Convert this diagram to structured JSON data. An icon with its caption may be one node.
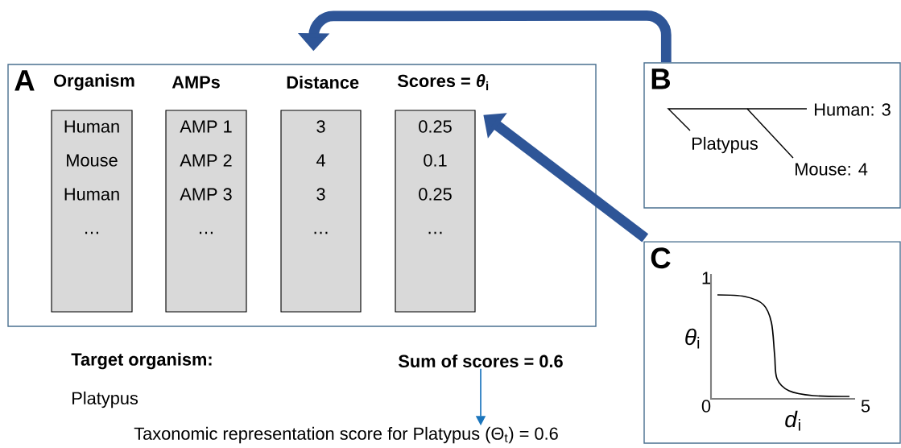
{
  "diagram": {
    "nodes": [
      {
        "text": [
          "A"
        ]
      },
      {
        "text": [
          "Organism",
          "Human",
          "Mouse",
          "Human",
          "…"
        ],
        "in": 0
      },
      {
        "text": [
          "AMPs",
          "AMP 1",
          "AMP 2",
          "AMP 3",
          "…"
        ],
        "in": 0
      },
      {
        "text": [
          "Distance",
          "3",
          "4",
          "3",
          "…"
        ],
        "in": 0
      },
      {
        "text": [
          "**Scores =** *θ*$_{i}$",
          "0.25",
          "0.1",
          "0.25",
          "…"
        ],
        "in": 0
      },
      {
        "text": [
          "B",
          "Human: 3",
          "Platypus",
          "Mouse: 4"
        ]
      },
      {
        "text": [
          "C",
          "1",
          "*θ*$_{i}$",
          "0",
          "*d*$_{i}$",
          "5"
        ]
      },
      {
        "text": [
          "Sum of scores = 0.6"
        ]
      },
      {
        "text": [
          "Taxonomic representation score for Platypus (Θ$_{t}$) = 0.6"
        ]
      }
    ],
    "edges": [
      {
        "from": 5,
        "to": 0,
        "arrow": "to"
      },
      {
        "from": 6,
        "to": 4,
        "arrow": "to"
      },
      {
        "from": 7,
        "to": 8,
        "arrow": "to",
        "color": "#1b75bc"
      }
    ],
    "labels": [
      "Target organism:",
      "Platypus"
    ]
  }
}
